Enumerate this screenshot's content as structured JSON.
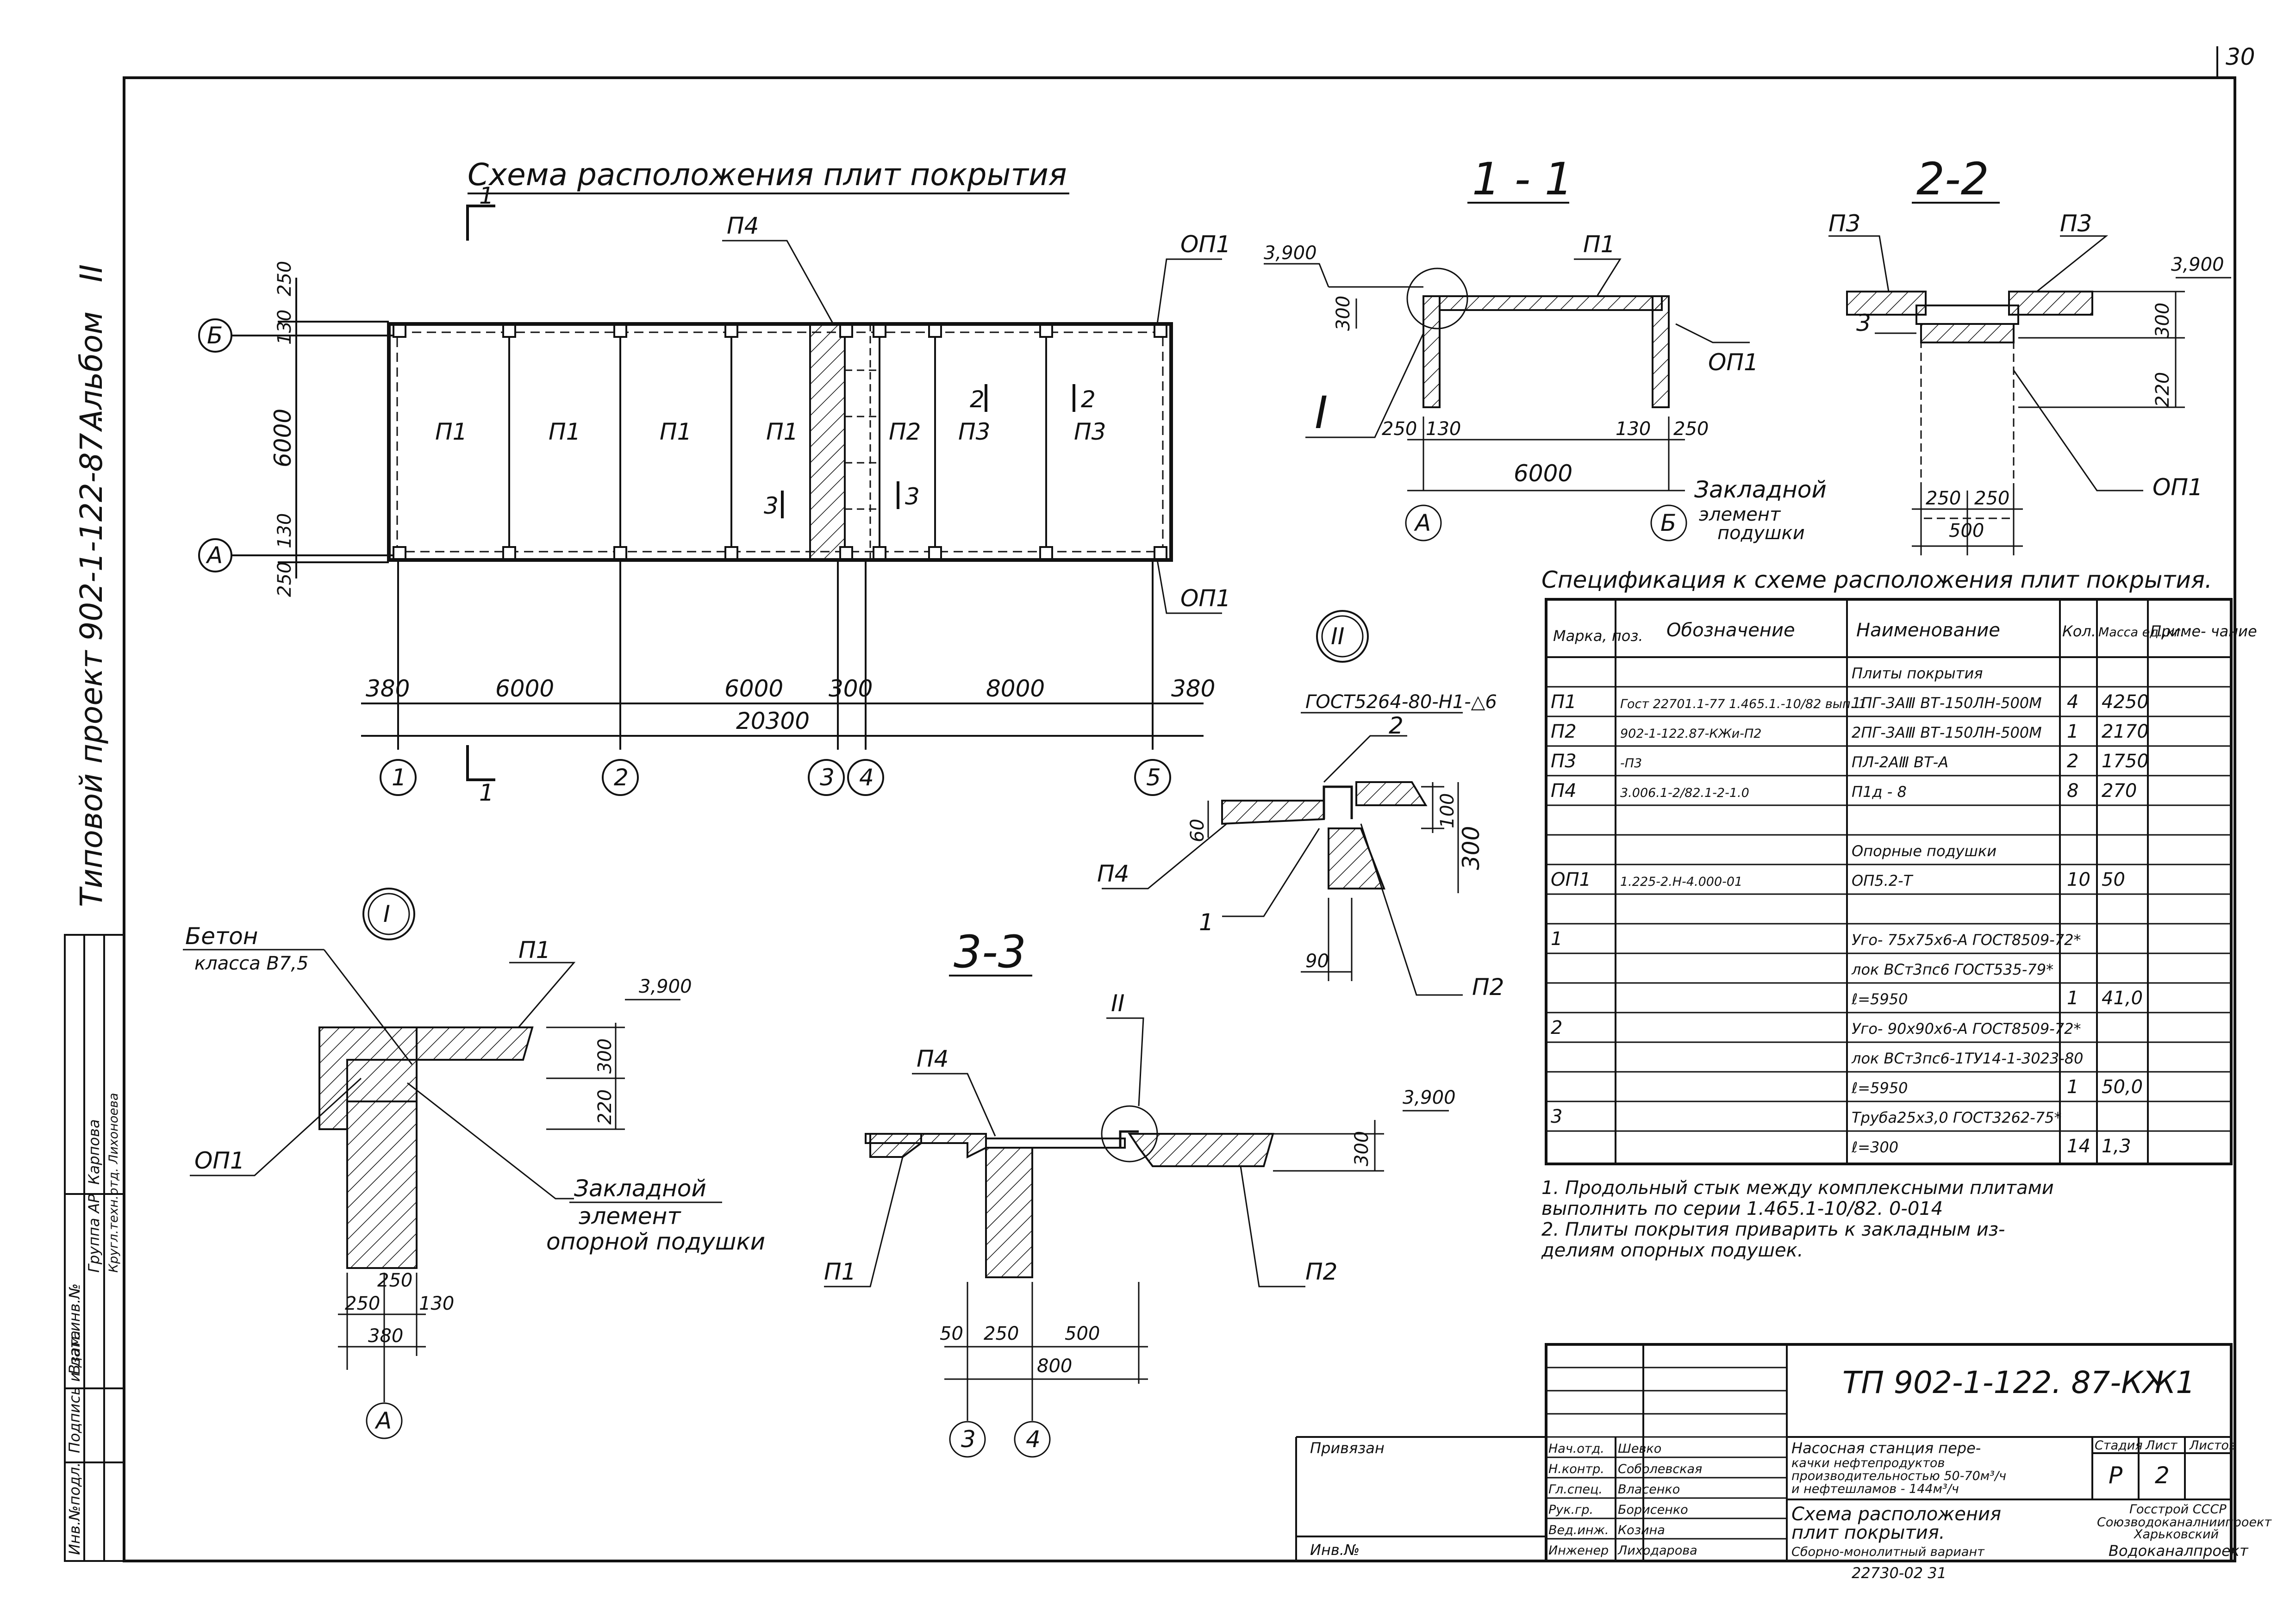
{
  "sheet_number": "30",
  "side_stamp": {
    "album": "Альбом",
    "album_num": "II",
    "project": "Типовой проект  902-1-122-87 ."
  },
  "left_strip": {
    "cols": [
      "Инв.№подл.",
      "Подпись и дата",
      "Взам.инв.№"
    ],
    "group": "Группа АР",
    "names": [
      "Карпова",
      "Кругл.техн.отд. Лихоноева"
    ]
  },
  "plan": {
    "title": "Схема расположения плит покрытия",
    "slab_labels": [
      "П1",
      "П1",
      "П1",
      "П1",
      "П2",
      "П3",
      "П3"
    ],
    "p4": "П4",
    "op1": "ОП1",
    "axes_letters": [
      "Б",
      "А"
    ],
    "axes_numbers": [
      "1",
      "2",
      "3",
      "4",
      "5"
    ],
    "dims_bottom": [
      "380",
      "6000",
      "6000",
      "300",
      "8000",
      "380"
    ],
    "dim_total": "20300",
    "dims_left": [
      "250",
      "130",
      "6000",
      "130",
      "250"
    ],
    "cuts": [
      "1",
      "1",
      "2",
      "2",
      "3",
      "3"
    ]
  },
  "section11": {
    "title": "1 - 1",
    "elev": "3,900",
    "p1": "П1",
    "op1": "ОП1",
    "detail": "I",
    "dims": [
      "300",
      "250",
      "130",
      "130",
      "250",
      "6000"
    ],
    "axes": [
      "А",
      "Б"
    ]
  },
  "section22": {
    "title": "2-2",
    "p3": "П3",
    "elev": "3,900",
    "num": "3",
    "dims": [
      "300",
      "220",
      "250",
      "250",
      "500"
    ],
    "op1": "ОП1",
    "zakl": [
      "Закладной",
      "элемент",
      "подушки"
    ]
  },
  "detail1": {
    "title": "I",
    "beton": [
      "Бетон",
      "класса В7,5"
    ],
    "p1": "П1",
    "op1": "ОП1",
    "elev": "3,900",
    "dims": [
      "300",
      "220",
      "250",
      "250",
      "130",
      "380"
    ],
    "zakl": [
      "Закладной",
      "элемент",
      "опорной подушки"
    ],
    "axis": "А"
  },
  "section33": {
    "title": "3-3",
    "p4": "П4",
    "detail": "II",
    "elev": "3,900",
    "dim300": "300",
    "p1": "П1",
    "p2": "П2",
    "dims": [
      "50",
      "250",
      "500",
      "800"
    ],
    "axes": [
      "3",
      "4"
    ]
  },
  "detail2": {
    "title": "II",
    "gost": "ГОСТ5264-80-Н1-△6",
    "dims": [
      "60",
      "100",
      "300",
      "90"
    ],
    "nums": [
      "2",
      "1"
    ],
    "p4": "П4",
    "p2": "П2"
  },
  "spec": {
    "title": "Спецификация к схеме расположения плит покрытия.",
    "headers": [
      "Марка, поз.",
      "Обозначение",
      "Наименование",
      "Кол.",
      "Масса ед.,кг.",
      "Приме- чание"
    ],
    "rows": [
      [
        "",
        "",
        "Плиты покрытия",
        "",
        "",
        ""
      ],
      [
        "П1",
        "Гост 22701.1-77 1.465.1.-10/82 вып. 1",
        "1ПГ-3АⅢ ВТ-150ЛН-500М",
        "4",
        "4250",
        ""
      ],
      [
        "П2",
        "902-1-122.87-КЖи-П2",
        "2ПГ-3АⅢ ВТ-150ЛН-500М",
        "1",
        "2170",
        ""
      ],
      [
        "П3",
        "-П3",
        "ПЛ-2АⅢ ВТ-А",
        "2",
        "1750",
        ""
      ],
      [
        "П4",
        "3.006.1-2/82.1-2-1.0",
        "П1д - 8",
        "8",
        "270",
        ""
      ],
      [
        "",
        "",
        "",
        "",
        "",
        ""
      ],
      [
        "",
        "",
        "Опорные подушки",
        "",
        "",
        ""
      ],
      [
        "ОП1",
        "1.225-2.Н-4.000-01",
        "ОП5.2-Т",
        "10",
        "50",
        ""
      ],
      [
        "",
        "",
        "",
        "",
        "",
        ""
      ],
      [
        "1",
        "",
        "Уго- 75х75х6-А ГОСТ8509-72*",
        "",
        "",
        ""
      ],
      [
        "",
        "",
        "лок ВСт3пс6 ГОСТ535-79*",
        "",
        "",
        ""
      ],
      [
        "",
        "",
        "ℓ=5950",
        "1",
        "41,0",
        ""
      ],
      [
        "2",
        "",
        "Уго- 90х90х6-А ГОСТ8509-72*",
        "",
        "",
        ""
      ],
      [
        "",
        "",
        "лок ВСт3пс6-1ТУ14-1-3023-80",
        "",
        "",
        ""
      ],
      [
        "",
        "",
        "ℓ=5950",
        "1",
        "50,0",
        ""
      ],
      [
        "3",
        "",
        "Труба25х3,0 ГОСТ3262-75*",
        "",
        "",
        ""
      ],
      [
        "",
        "",
        "ℓ=300",
        "14",
        "1,3",
        ""
      ]
    ]
  },
  "notes": [
    "1. Продольный   стык  между  комплексными   плитами",
    "    выполнить   по серии   1.465.1-10/82. 0-014",
    "2. Плиты   покрытия    приварить  к  закладным  из-",
    "    делиям   опорных        подушек."
  ],
  "title_block": {
    "code": "ТП 902-1-122. 87-КЖ1",
    "privyazan": "Привязан",
    "inv": "Инв.№",
    "roles": [
      "Нач.отд.",
      "Н.контр.",
      "Гл.спец.",
      "Рук.гр.",
      "Вед.инж.",
      "Инженер"
    ],
    "names": [
      "Шевко",
      "Соболевская",
      "Власенко",
      "Борисенко",
      "Козина",
      "Лиходарова"
    ],
    "object": [
      "Насосная станция пере-",
      "качки нефтепродуктов",
      "производительностью 50-70м³/ч",
      "и нефтешламов - 144м³/ч"
    ],
    "sheet_title": [
      "Схема расположения",
      "плит покрытия.",
      "Сборно-монолитный вариант"
    ],
    "stage_h": "Стадия",
    "sheet_h": "Лист",
    "sheets_h": "Листов",
    "stage": "Р",
    "sheet": "2",
    "org": [
      "Госстрой СССР",
      "Союзводоканалниипроект",
      "Харьковский",
      "Водоканалпроект"
    ],
    "archive": "22730-02   31"
  }
}
